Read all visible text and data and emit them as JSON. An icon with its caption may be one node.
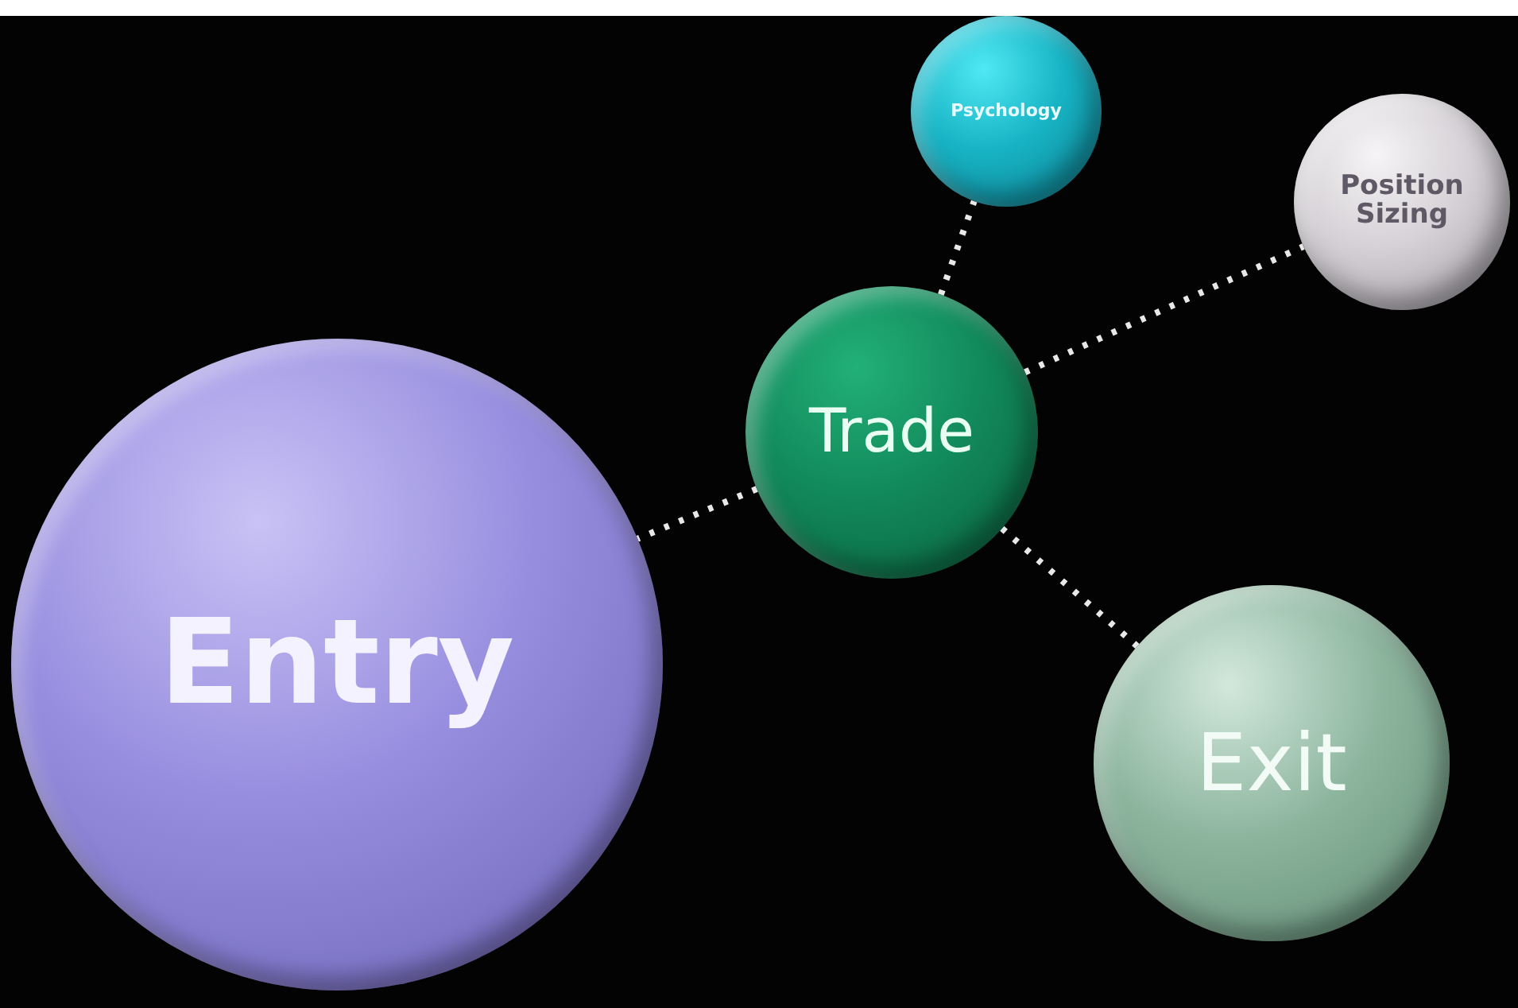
{
  "diagram": {
    "nodes": [
      {
        "text": [
          "Psychology"
        ]
      },
      {
        "text": [
          "Position Sizing"
        ]
      },
      {
        "text": [
          "Trade"
        ]
      },
      {
        "text": [
          "Entry"
        ]
      },
      {
        "text": [
          "Exit"
        ]
      }
    ],
    "edges": [
      {
        "from": 2,
        "to": 0,
        "arrow": "none",
        "style": "dashed"
      },
      {
        "from": 2,
        "to": 1,
        "arrow": "none",
        "style": "dashed"
      },
      {
        "from": 2,
        "to": 3,
        "arrow": "none",
        "style": "dashed"
      },
      {
        "from": 2,
        "to": 4,
        "arrow": "none",
        "style": "dashed"
      }
    ]
  }
}
